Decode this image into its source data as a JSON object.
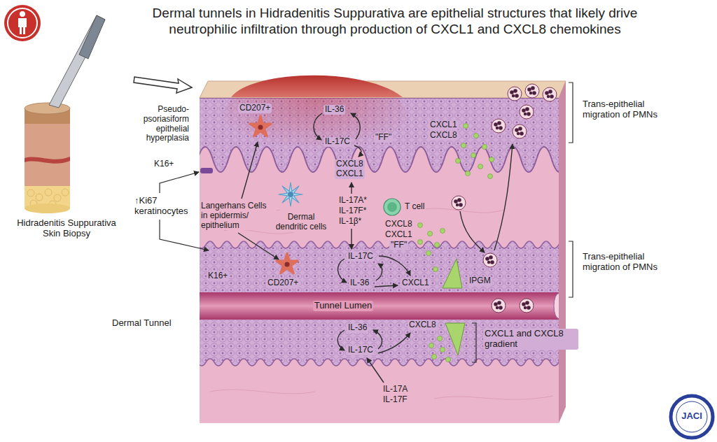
{
  "diagram": {
    "title": "Dermal tunnels in Hidradenitis Suppurativa are epithelial structures that likely drive neutrophilic infiltration through production of CXCL1 and CXCL8 chemokines",
    "labels": [
      "Hidradenitis Suppurativa Skin Biopsy",
      "Pseudo- psoriasiform epithelial hyperplasia",
      "CD207+",
      "K16+",
      "IL-36",
      "IL-17C",
      "\"FF\"",
      "CXCL8",
      "CXCL1",
      "CXCL1",
      "CXCL8",
      "Trans-epithelial migration of PMNs",
      "↑Ki67 keratinocytes",
      "Langerhans Cells in epidermis/ epithelium",
      "Dermal dendritic cells",
      "IL-17A*",
      "IL-17F*",
      "IL-1β*",
      "T cell",
      "CXCL8",
      "CXCL1",
      "Trans-epithelial migration of PMNs",
      "K16+",
      "CD207+",
      "IL-17C",
      "\"FF\"",
      "IL-36",
      "CXCL1",
      "IPGM",
      "Tunnel Lumen",
      "Dermal Tunnel",
      "IL-36",
      "CXCL8",
      "IL-17C",
      "CXCL1 and CXCL8 gradient",
      "IL-17A",
      "IL-17F",
      "JACI"
    ]
  }
}
